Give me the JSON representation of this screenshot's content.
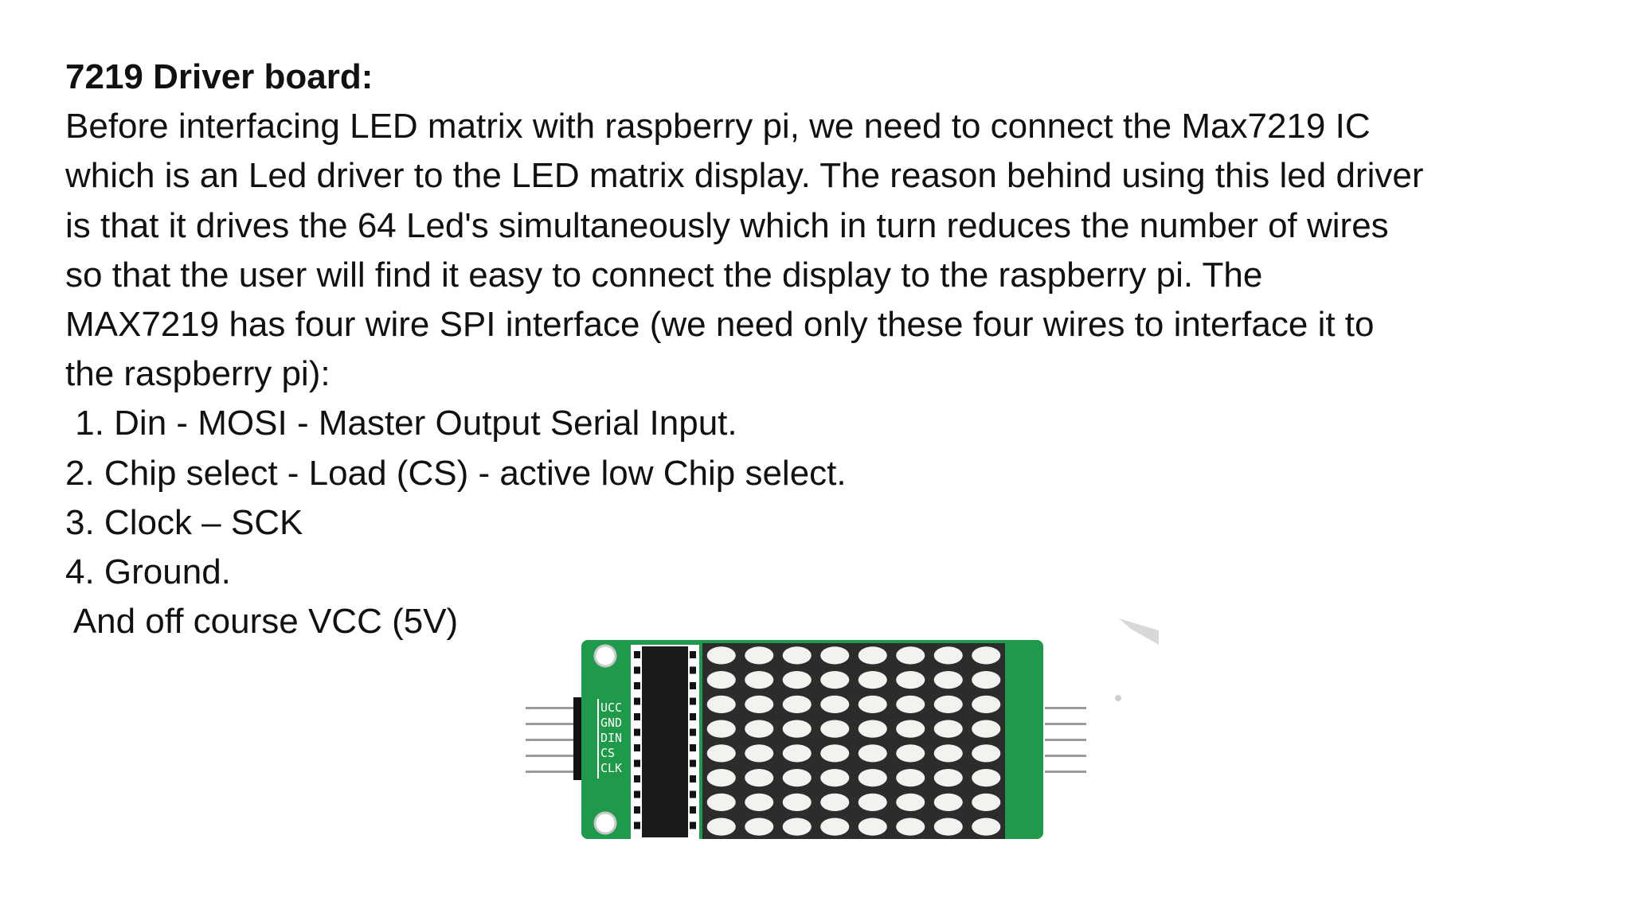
{
  "heading": "7219 Driver board:",
  "paragraph_lines": [
    "Before interfacing LED matrix with raspberry pi, we need to connect the Max7219 IC",
    "which is an Led driver to the LED matrix display. The reason behind using this led driver",
    "is that it drives the 64 Led's simultaneously which in turn reduces the number of wires",
    "so that the user will find it easy to connect the display to the raspberry pi. The",
    "MAX7219 has four wire SPI interface (we need only these four wires to interface it to",
    "the raspberry pi):"
  ],
  "list_items": [
    " 1. Din - MOSI - Master Output Serial Input.",
    "2. Chip select - Load (CS) - active low Chip select.",
    "3. Clock – SCK",
    "4. Ground."
  ],
  "footer_line": " And off course VCC (5V)",
  "module_pin_labels": [
    "UCC",
    "GND",
    "DIN",
    "CS",
    "CLK"
  ],
  "led_matrix": {
    "rows": 8,
    "cols": 8
  },
  "colors": {
    "pcb_green": "#1e9a4a",
    "led_white": "#f2f2ee",
    "matrix_body": "#2c2c2c",
    "chip_body": "#1a1a1a"
  }
}
